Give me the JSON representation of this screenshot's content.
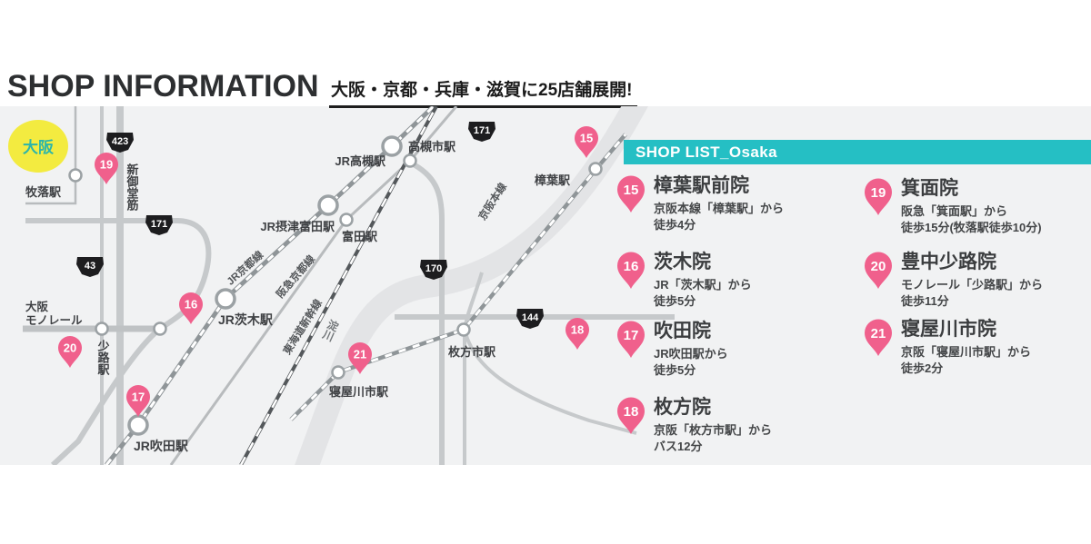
{
  "header": {
    "title": "SHOP INFORMATION",
    "subtitle": "大阪・京都・兵庫・滋賀に25店舗展開!"
  },
  "shop_list": {
    "header": "SHOP LIST_Osaka",
    "accent_color": "#25bfc4",
    "pin_color": "#f0608c",
    "items": [
      {
        "num": "15",
        "name": "樟葉駅前院",
        "access": [
          "京阪本線「樟葉駅」から",
          "徒歩4分"
        ]
      },
      {
        "num": "16",
        "name": "茨木院",
        "access": [
          "JR「茨木駅」から",
          "徒歩5分"
        ]
      },
      {
        "num": "17",
        "name": "吹田院",
        "access": [
          "JR吹田駅から",
          "徒歩5分"
        ]
      },
      {
        "num": "18",
        "name": "枚方院",
        "access": [
          "京阪「枚方市駅」から",
          "バス12分"
        ]
      },
      {
        "num": "19",
        "name": "箕面院",
        "access": [
          "阪急「箕面駅」から",
          "徒歩15分(牧落駅徒歩10分)"
        ]
      },
      {
        "num": "20",
        "name": "豊中少路院",
        "access": [
          "モノレール「少路駅」から",
          "徒歩11分"
        ]
      },
      {
        "num": "21",
        "name": "寝屋川市院",
        "access": [
          "京阪「寝屋川市駅」から",
          "徒歩2分"
        ]
      }
    ]
  },
  "map": {
    "region_badge": "大阪",
    "region_badge_bg": "#f3eb40",
    "region_badge_color": "#2bb5ab",
    "badges": [
      "423",
      "171",
      "171",
      "43",
      "170",
      "144"
    ],
    "pins": [
      "15",
      "16",
      "17",
      "18",
      "19",
      "20",
      "21"
    ],
    "stations": [
      "牧落駅",
      "JR高槻駅",
      "高槻市駅",
      "JR摂津富田駅",
      "富田駅",
      "JR茨木駅",
      "JR吹田駅",
      "少路駅",
      "枚方市駅",
      "寝屋川市駅",
      "樟葉駅"
    ],
    "line_labels": {
      "shinmidosuji": "新御堂筋",
      "monorail_1": "大阪",
      "monorail_2": "モノレール",
      "jr_kyoto": "JR京都線",
      "hankyu_kyoto": "阪急京都線",
      "shinkansen": "東海道新幹線",
      "keihan": "京阪本線",
      "river": "淀川"
    }
  }
}
